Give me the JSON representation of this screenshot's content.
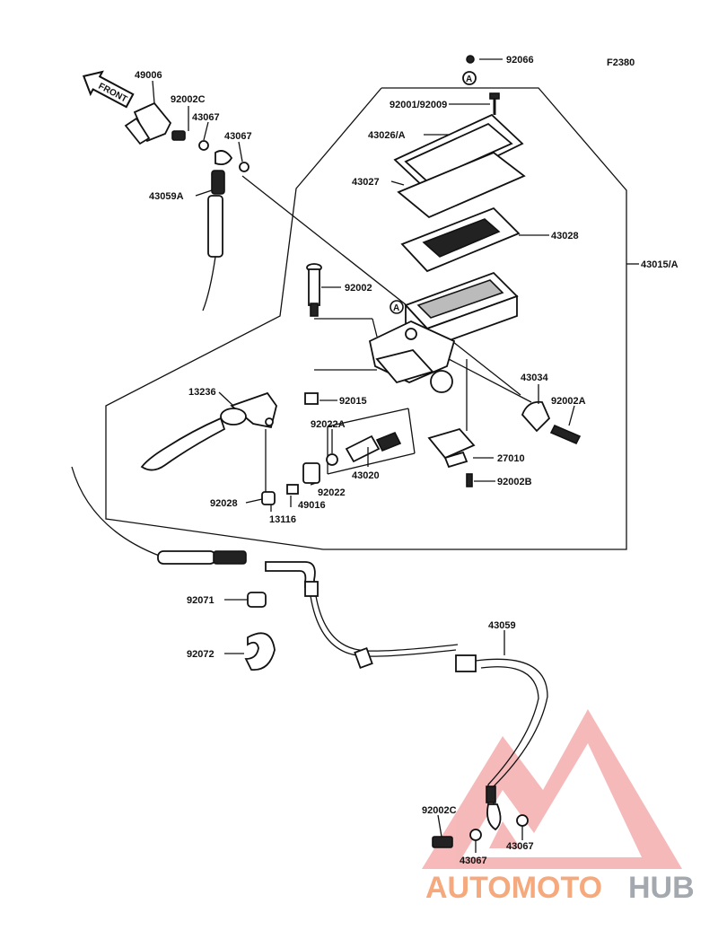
{
  "figure_code": "F2380",
  "front_arrow_text": "FRONT",
  "ref_marker": "A",
  "labels": {
    "p49006": "49006",
    "p92002C_top": "92002C",
    "p43067_a": "43067",
    "p43067_b": "43067",
    "p43059A": "43059A",
    "p92066": "92066",
    "p92001": "92001/92009",
    "p43026": "43026/A",
    "p43027": "43027",
    "p43028": "43028",
    "p43015": "43015/A",
    "p92002": "92002",
    "p43034": "43034",
    "p92002A": "92002A",
    "p13236": "13236",
    "p92015": "92015",
    "p92022A": "92022A",
    "p27010": "27010",
    "p43020": "43020",
    "p92022": "92022",
    "p92002B": "92002B",
    "p92028": "92028",
    "p49016": "49016",
    "p13116": "13116",
    "p92071": "92071",
    "p92072": "92072",
    "p43059": "43059",
    "p92002C_bottom": "92002C",
    "p43067_c": "43067",
    "p43067_d": "43067"
  },
  "watermark": {
    "brand_a": "AUTOMOTO",
    "brand_b": "HUB",
    "color_primary": "#f4a070",
    "color_secondary": "#9aa0a6",
    "logo_color": "#f08080"
  }
}
